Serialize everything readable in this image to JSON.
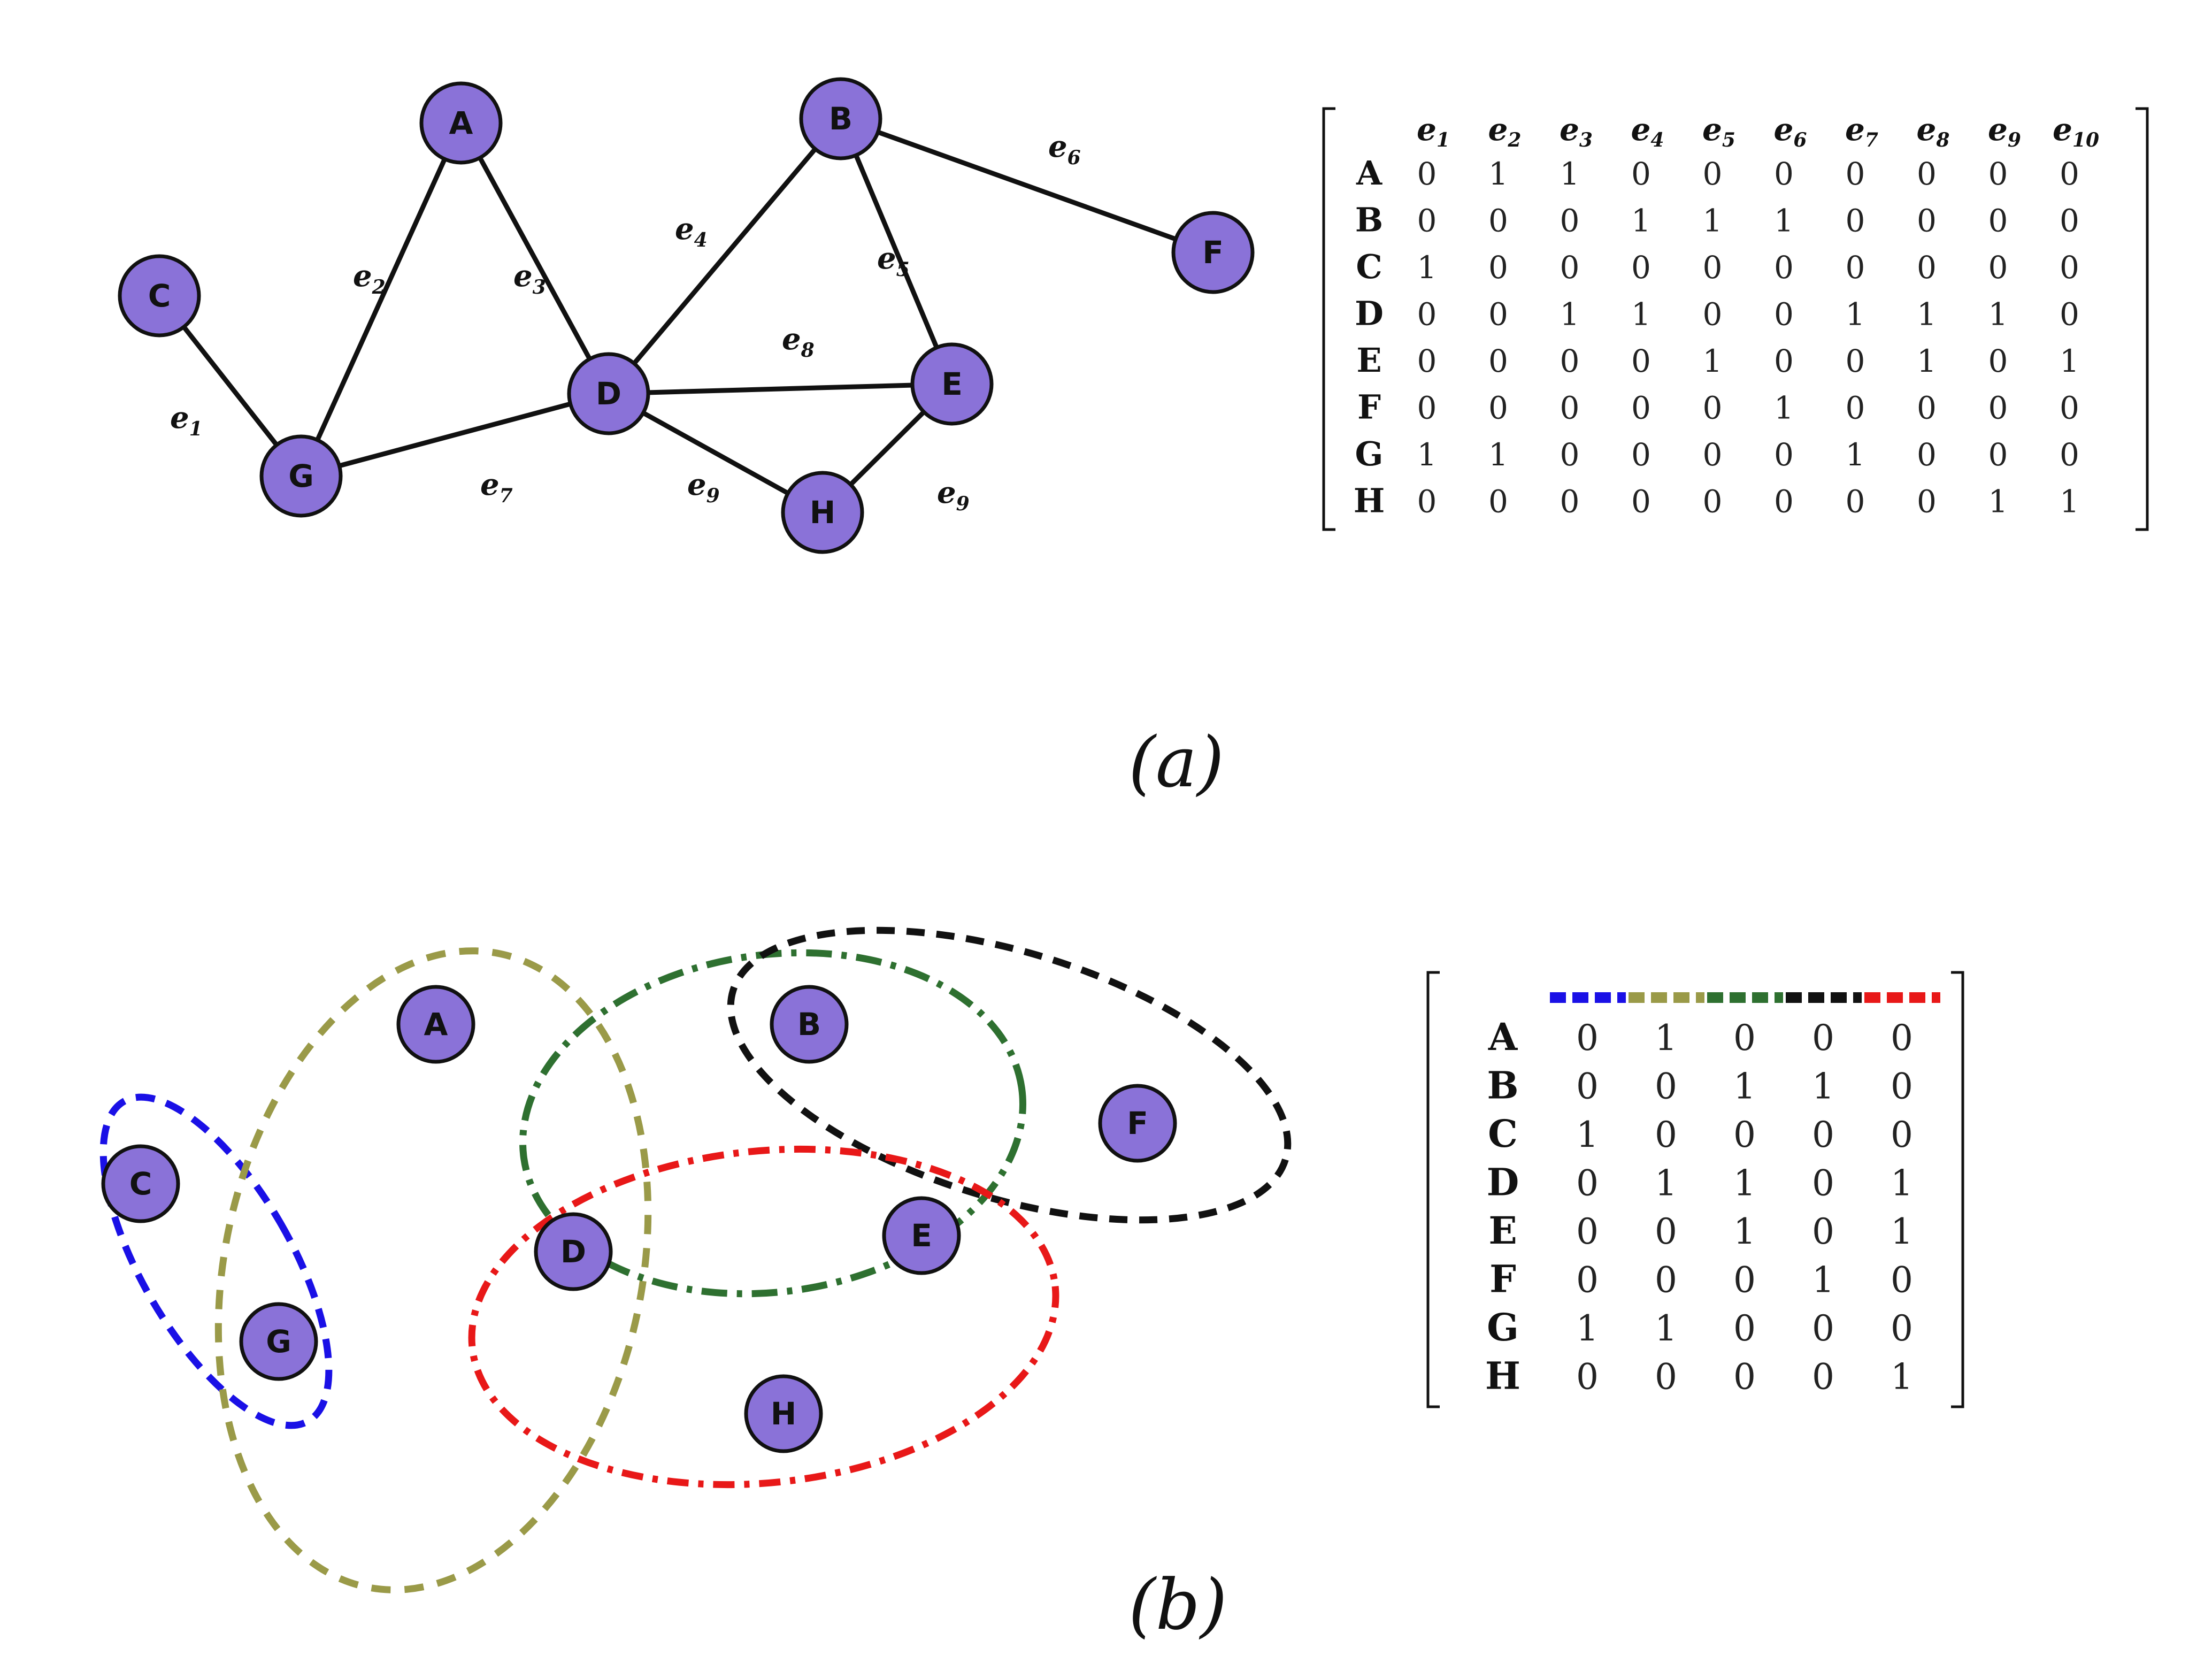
{
  "graph_a": {
    "nodes": [
      "A",
      "B",
      "C",
      "D",
      "E",
      "F",
      "G",
      "H"
    ],
    "edges": [
      {
        "from": "C",
        "to": "G",
        "label": "e",
        "sub": "1"
      },
      {
        "from": "G",
        "to": "A",
        "label": "e",
        "sub": "2"
      },
      {
        "from": "A",
        "to": "D",
        "label": "e",
        "sub": "3"
      },
      {
        "from": "D",
        "to": "B",
        "label": "e",
        "sub": "4"
      },
      {
        "from": "B",
        "to": "E",
        "label": "e",
        "sub": "5"
      },
      {
        "from": "B",
        "to": "F",
        "label": "e",
        "sub": "6"
      },
      {
        "from": "G",
        "to": "D",
        "label": "e",
        "sub": "7"
      },
      {
        "from": "D",
        "to": "E",
        "label": "e",
        "sub": "8"
      },
      {
        "from": "D",
        "to": "H",
        "label": "e",
        "sub": "9"
      },
      {
        "from": "H",
        "to": "E",
        "label": "e",
        "sub": "9"
      }
    ]
  },
  "matrix_a": {
    "columns": [
      {
        "label": "e",
        "sub": "1"
      },
      {
        "label": "e",
        "sub": "2"
      },
      {
        "label": "e",
        "sub": "3"
      },
      {
        "label": "e",
        "sub": "4"
      },
      {
        "label": "e",
        "sub": "5"
      },
      {
        "label": "e",
        "sub": "6"
      },
      {
        "label": "e",
        "sub": "7"
      },
      {
        "label": "e",
        "sub": "8"
      },
      {
        "label": "e",
        "sub": "9"
      },
      {
        "label": "e",
        "sub": "10"
      }
    ],
    "rows": [
      {
        "label": "A",
        "values": [
          "0",
          "1",
          "1",
          "0",
          "0",
          "0",
          "0",
          "0",
          "0",
          "0"
        ]
      },
      {
        "label": "B",
        "values": [
          "0",
          "0",
          "0",
          "1",
          "1",
          "1",
          "0",
          "0",
          "0",
          "0"
        ]
      },
      {
        "label": "C",
        "values": [
          "1",
          "0",
          "0",
          "0",
          "0",
          "0",
          "0",
          "0",
          "0",
          "0"
        ]
      },
      {
        "label": "D",
        "values": [
          "0",
          "0",
          "1",
          "1",
          "0",
          "0",
          "1",
          "1",
          "1",
          "0"
        ]
      },
      {
        "label": "E",
        "values": [
          "0",
          "0",
          "0",
          "0",
          "1",
          "0",
          "0",
          "1",
          "0",
          "1"
        ]
      },
      {
        "label": "F",
        "values": [
          "0",
          "0",
          "0",
          "0",
          "0",
          "1",
          "0",
          "0",
          "0",
          "0"
        ]
      },
      {
        "label": "G",
        "values": [
          "1",
          "1",
          "0",
          "0",
          "0",
          "0",
          "1",
          "0",
          "0",
          "0"
        ]
      },
      {
        "label": "H",
        "values": [
          "0",
          "0",
          "0",
          "0",
          "0",
          "0",
          "0",
          "0",
          "1",
          "1"
        ]
      }
    ]
  },
  "caption_a": "(a)",
  "graph_b": {
    "nodes": [
      "A",
      "B",
      "C",
      "D",
      "E",
      "F",
      "G",
      "H"
    ],
    "hyperedges": [
      {
        "color": "#1a10e6",
        "members": [
          "C",
          "G"
        ]
      },
      {
        "color": "#9a9a48",
        "members": [
          "A",
          "D",
          "G"
        ]
      },
      {
        "color": "#2e7030",
        "members": [
          "B",
          "D",
          "E"
        ]
      },
      {
        "color": "#111111",
        "members": [
          "B",
          "F"
        ]
      },
      {
        "color": "#e81818",
        "members": [
          "D",
          "E",
          "H"
        ]
      }
    ]
  },
  "matrix_b": {
    "column_colors": [
      "#1a10e6",
      "#9a9a48",
      "#2e7030",
      "#111111",
      "#e81818"
    ],
    "rows": [
      {
        "label": "A",
        "values": [
          "0",
          "1",
          "0",
          "0",
          "0"
        ]
      },
      {
        "label": "B",
        "values": [
          "0",
          "0",
          "1",
          "1",
          "0"
        ]
      },
      {
        "label": "C",
        "values": [
          "1",
          "0",
          "0",
          "0",
          "0"
        ]
      },
      {
        "label": "D",
        "values": [
          "0",
          "1",
          "1",
          "0",
          "1"
        ]
      },
      {
        "label": "E",
        "values": [
          "0",
          "0",
          "1",
          "0",
          "1"
        ]
      },
      {
        "label": "F",
        "values": [
          "0",
          "0",
          "0",
          "1",
          "0"
        ]
      },
      {
        "label": "G",
        "values": [
          "1",
          "1",
          "0",
          "0",
          "0"
        ]
      },
      {
        "label": "H",
        "values": [
          "0",
          "0",
          "0",
          "0",
          "1"
        ]
      }
    ]
  },
  "caption_b": "(b)",
  "node_fill": "#8a72d8"
}
